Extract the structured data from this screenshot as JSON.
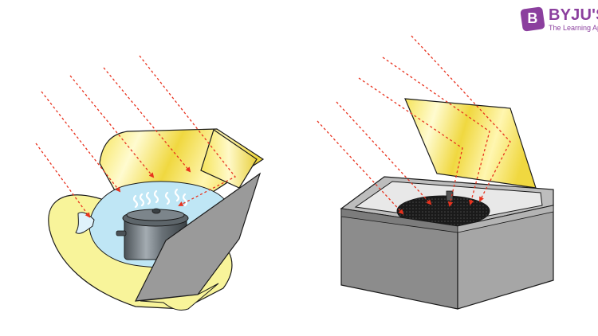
{
  "logo": {
    "badge_letter": "B",
    "name": "BYJU'S",
    "tagline": "The Learning App",
    "color": "#8b3f9e"
  },
  "colors": {
    "reflector_yellow": "#f8f49a",
    "mirror_gold": "#f0d840",
    "ray_red": "#e8321e",
    "bag_blue": "#bfe6f5",
    "box_gray": "#8c8c8c",
    "panel_gray": "#9a9a9a"
  },
  "panel_cooker": {
    "parts": [
      "yellow-reflector",
      "blue-cooking-bag",
      "cooking-pot",
      "steam",
      "gray-front-panel"
    ]
  },
  "box_cooker": {
    "parts": [
      "mirror-reflector",
      "insulated-box",
      "black-cooking-pan",
      "glass-cover"
    ]
  }
}
